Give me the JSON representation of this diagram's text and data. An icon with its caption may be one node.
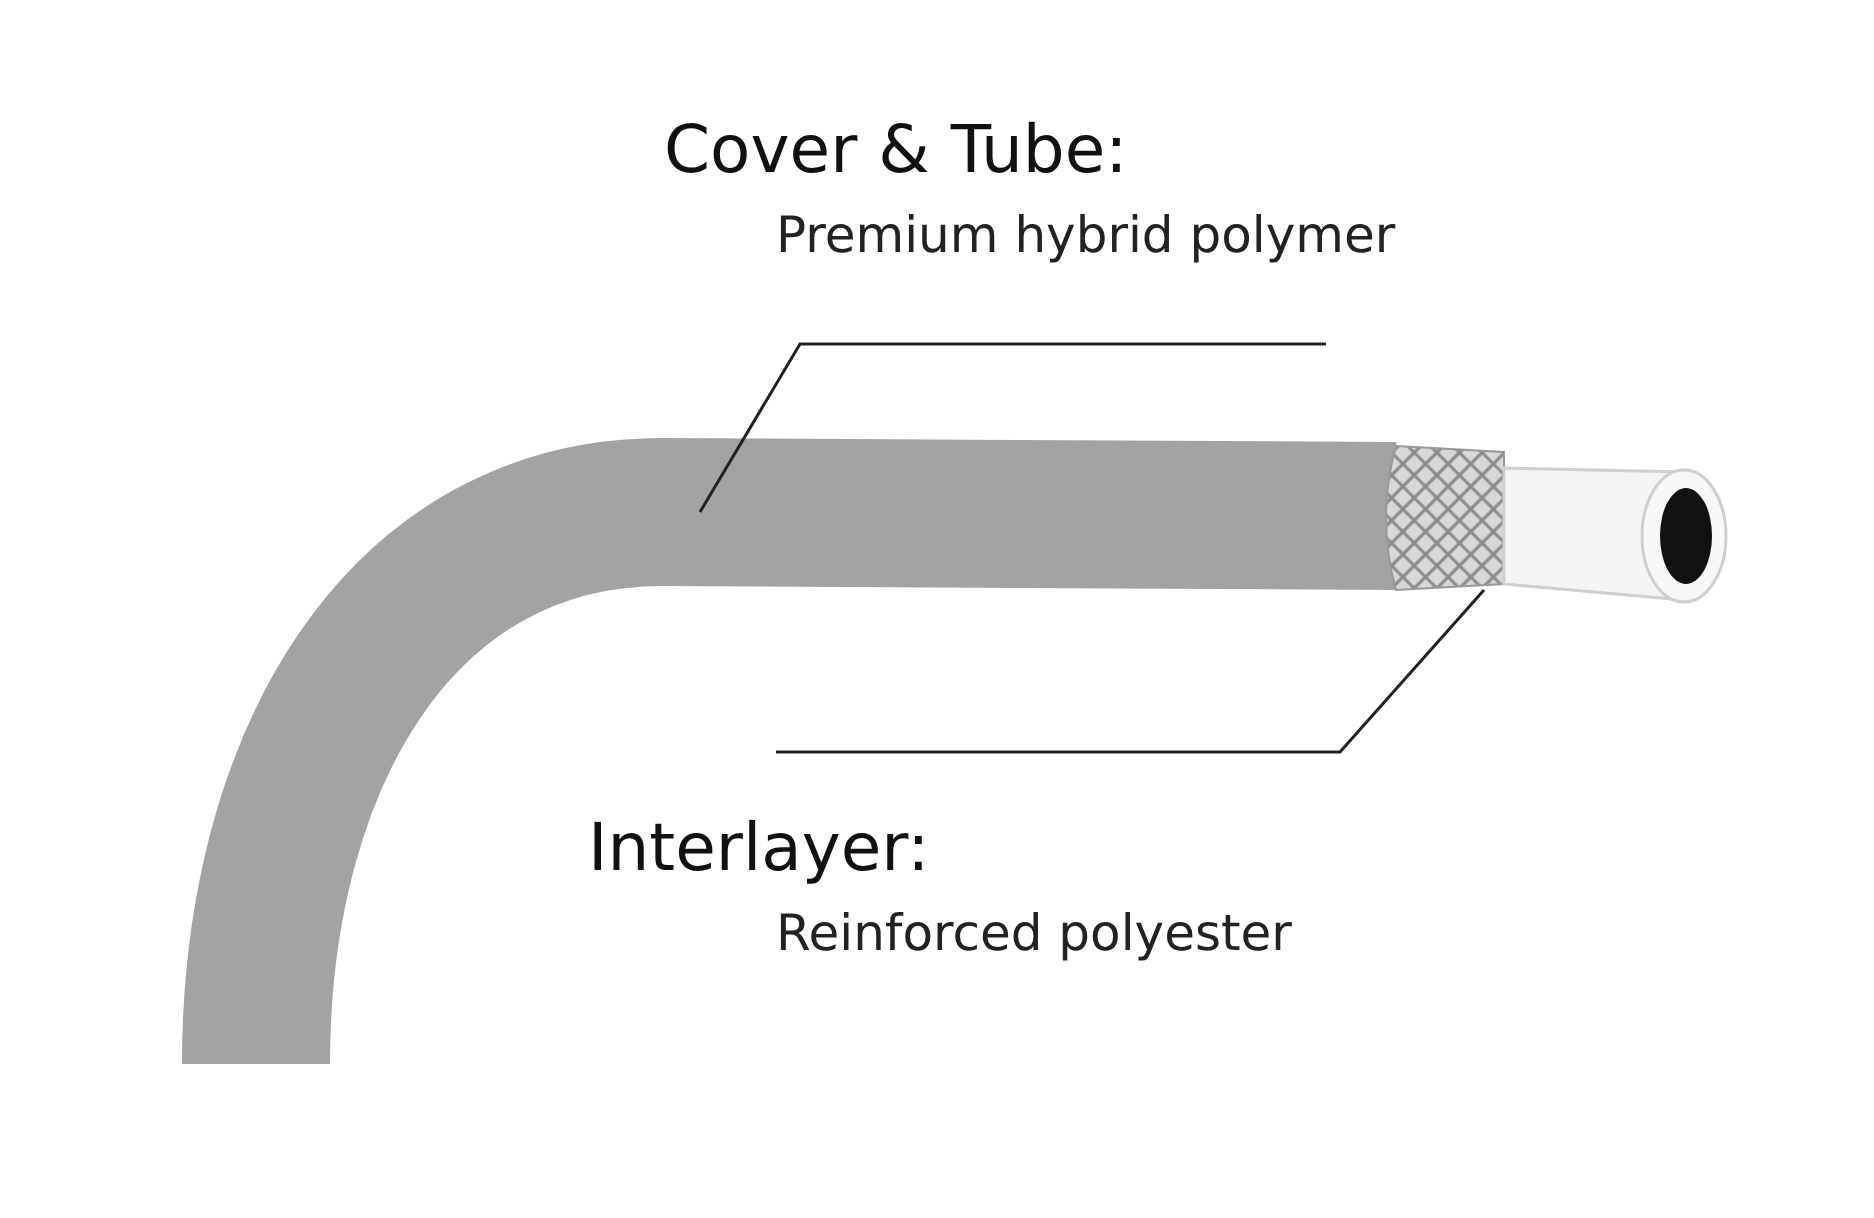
{
  "diagram": {
    "nodes": [
      {
        "text": [
          "Cover & Tube:",
          "Premium hybrid polymer"
        ]
      },
      {
        "text": [
          "Interlayer:",
          "Reinforced polyester"
        ]
      },
      {
        "text": [],
        "shape": "picture"
      },
      {
        "text": [],
        "shape": "box"
      }
    ],
    "edges": [
      {
        "from": 0,
        "to": 2,
        "arrow": "none"
      },
      {
        "from": 1,
        "to": 3,
        "arrow": "none"
      }
    ]
  }
}
